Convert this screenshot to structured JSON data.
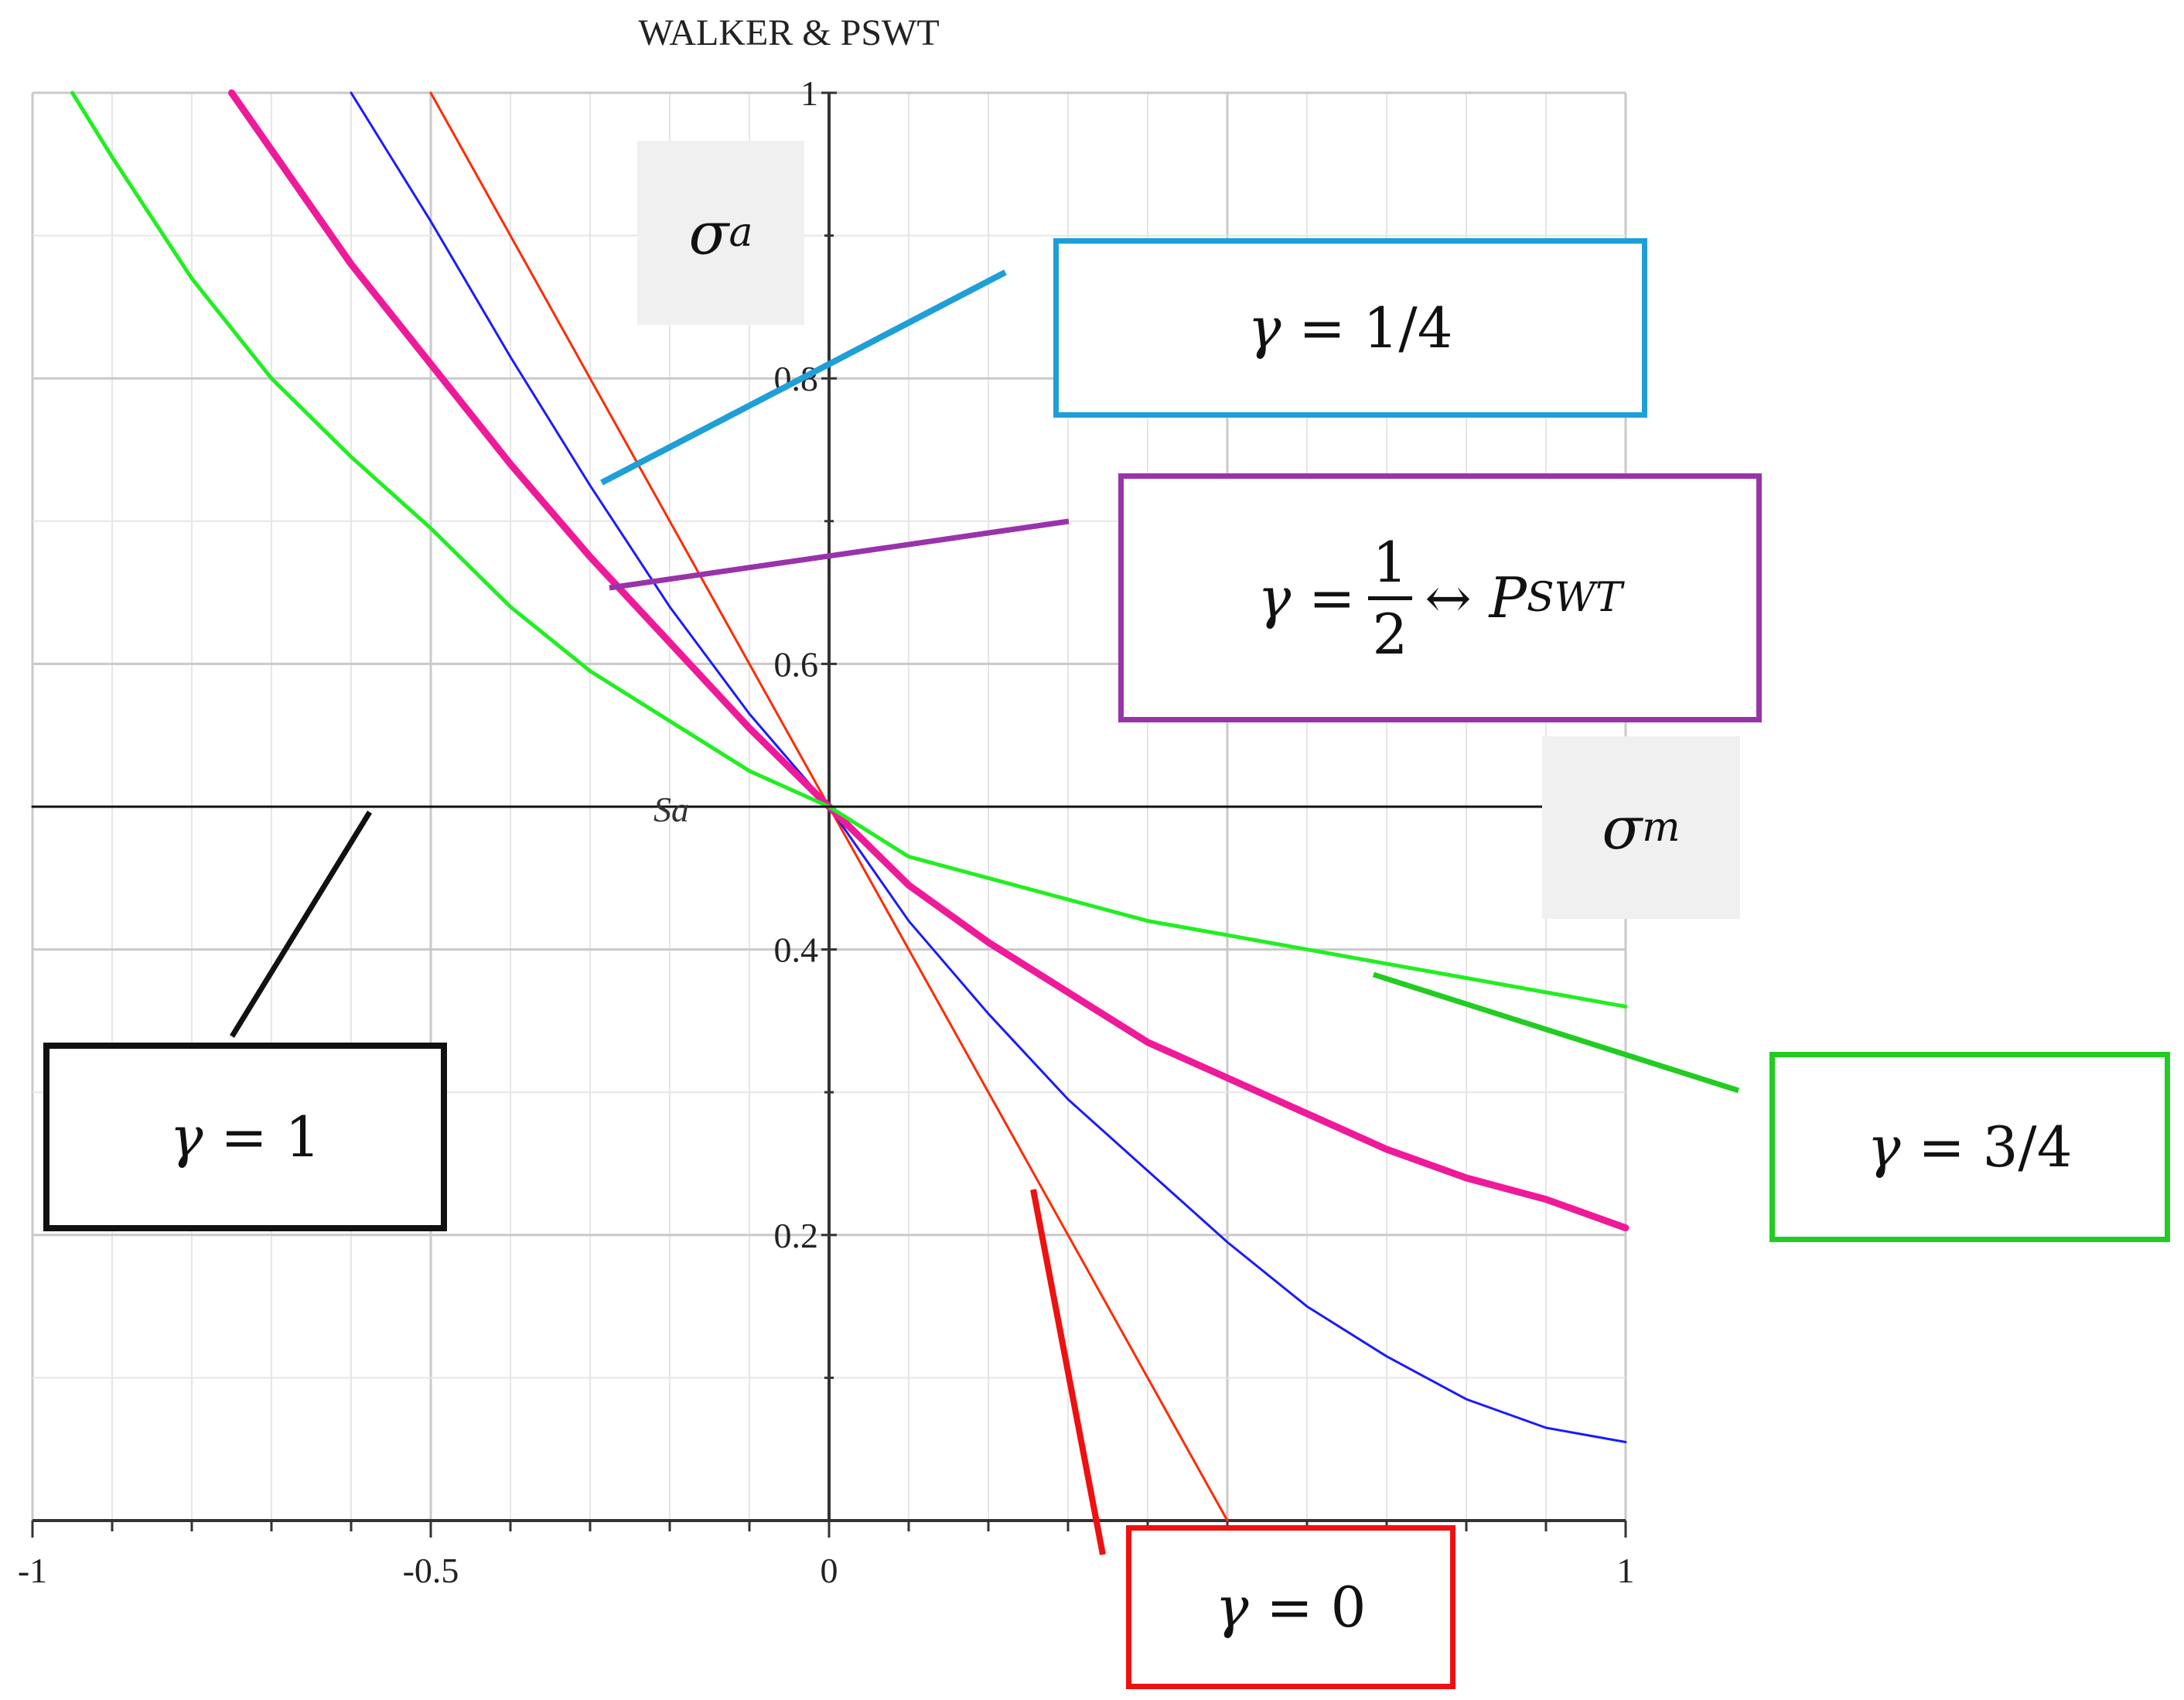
{
  "chart_data": {
    "type": "line",
    "title": "WALKER & PSWT",
    "xlabel": "σm",
    "ylabel": "σa",
    "xlim": [
      -1,
      1
    ],
    "ylim": [
      0,
      1
    ],
    "x_ticks": [
      "-1",
      "-0.5",
      "0",
      "1"
    ],
    "y_ticks": [
      "0.2",
      "0.4",
      "0.6",
      "0.8",
      "1"
    ],
    "grid": true,
    "reference_line": {
      "label": "Sa",
      "y": 0.5
    },
    "series": [
      {
        "gamma": 0,
        "label_display": "γ = 0",
        "color": "#ff2a00",
        "x": [
          -0.5,
          0,
          0.5
        ],
        "y": [
          1.0,
          0.5,
          0.0
        ]
      },
      {
        "gamma": 0.25,
        "label_display": "γ = 1/4",
        "color": "#1a1aff",
        "x": [
          -0.6,
          -0.5,
          -0.4,
          -0.3,
          -0.2,
          -0.1,
          0,
          0.1,
          0.2,
          0.3,
          0.4,
          0.5,
          0.6,
          0.7,
          0.8,
          0.9,
          1.0
        ],
        "y": [
          1.0,
          0.91,
          0.815,
          0.725,
          0.64,
          0.565,
          0.5,
          0.42,
          0.355,
          0.295,
          0.245,
          0.195,
          0.15,
          0.115,
          0.085,
          0.065,
          0.055
        ]
      },
      {
        "gamma": 0.5,
        "label_display": "γ = 1/2 ↔ PSWT",
        "color": "#ee1a9a",
        "x": [
          -0.75,
          -0.6,
          -0.5,
          -0.4,
          -0.3,
          -0.2,
          -0.1,
          0,
          0.1,
          0.2,
          0.3,
          0.4,
          0.5,
          0.6,
          0.7,
          0.8,
          0.9,
          1.0
        ],
        "y": [
          1.0,
          0.88,
          0.81,
          0.74,
          0.675,
          0.615,
          0.555,
          0.5,
          0.445,
          0.405,
          0.37,
          0.335,
          0.31,
          0.285,
          0.26,
          0.24,
          0.225,
          0.205
        ]
      },
      {
        "gamma": 0.75,
        "label_display": "γ = 3/4",
        "color": "#22ee22",
        "x": [
          -0.95,
          -0.9,
          -0.8,
          -0.7,
          -0.6,
          -0.5,
          -0.4,
          -0.3,
          -0.2,
          -0.1,
          0,
          0.1,
          0.2,
          0.3,
          0.4,
          0.5,
          0.6,
          0.7,
          0.8,
          0.9,
          1.0
        ],
        "y": [
          1.0,
          0.955,
          0.87,
          0.8,
          0.745,
          0.695,
          0.64,
          0.595,
          0.56,
          0.525,
          0.5,
          0.465,
          0.45,
          0.435,
          0.42,
          0.41,
          0.4,
          0.39,
          0.38,
          0.37,
          0.36
        ]
      },
      {
        "gamma": 1,
        "label_display": "γ = 1",
        "color": "#111111",
        "x": [
          -1,
          0.9
        ],
        "y": [
          0.5,
          0.5
        ]
      }
    ]
  },
  "legends": {
    "g14": {
      "prefix": "γ = ",
      "value": "1/4",
      "color": "#1e9fd8"
    },
    "g12": {
      "prefix": "γ = ",
      "num": "1",
      "den": "2",
      "arrow": "↔",
      "p": "P",
      "sub": "SWT",
      "color": "#9933aa"
    },
    "g1": {
      "prefix": "γ = ",
      "value": "1",
      "color": "#111111"
    },
    "g34": {
      "prefix": "γ = ",
      "value": "3/4",
      "color": "#22cc22"
    },
    "g0": {
      "prefix": "γ = ",
      "value": "0",
      "color": "#ee1111"
    }
  },
  "axis_labels": {
    "sigma": "σ",
    "a_sub": "a",
    "m_sub": "m"
  }
}
